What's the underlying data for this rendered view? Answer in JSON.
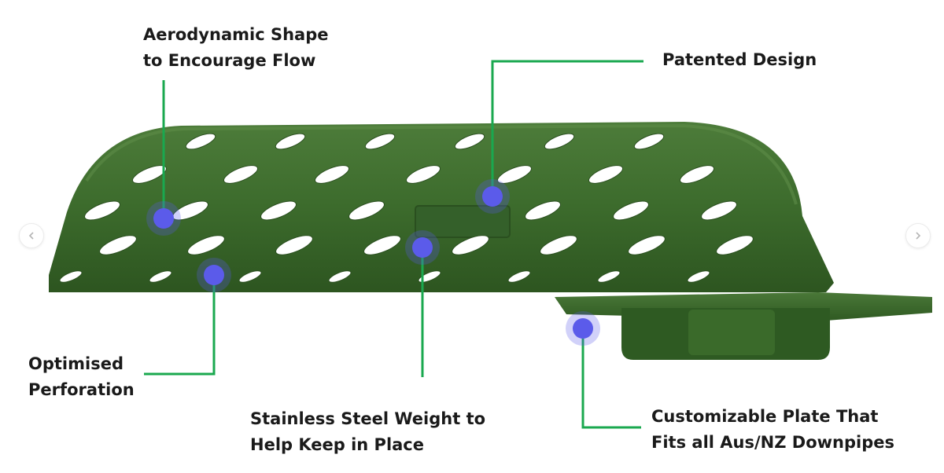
{
  "accent_color": "#1aa84f",
  "marker_color": "#5b5bea",
  "product_color": "#3c6b2c",
  "callouts": {
    "aerodynamic": {
      "line1": "Aerodynamic Shape",
      "line2": "to Encourage Flow"
    },
    "patented": {
      "line1": "Patented Design"
    },
    "perforation": {
      "line1": "Optimised",
      "line2": "Perforation"
    },
    "weight": {
      "line1": "Stainless Steel Weight to",
      "line2": "Help Keep in Place"
    },
    "plate": {
      "line1": "Customizable Plate That",
      "line2": "Fits all Aus/NZ Downpipes"
    }
  },
  "carousel": {
    "prev_icon": "chevron-left-icon",
    "next_icon": "chevron-right-icon"
  }
}
